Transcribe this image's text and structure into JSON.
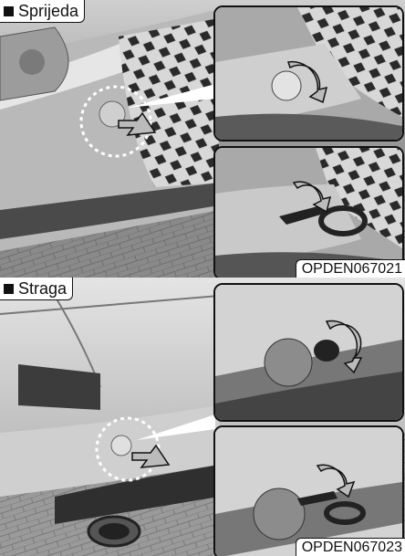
{
  "front": {
    "title": "Sprijeda",
    "code": "OPDEN067021"
  },
  "rear": {
    "title": "Straga",
    "code": "OPDEN067023"
  }
}
